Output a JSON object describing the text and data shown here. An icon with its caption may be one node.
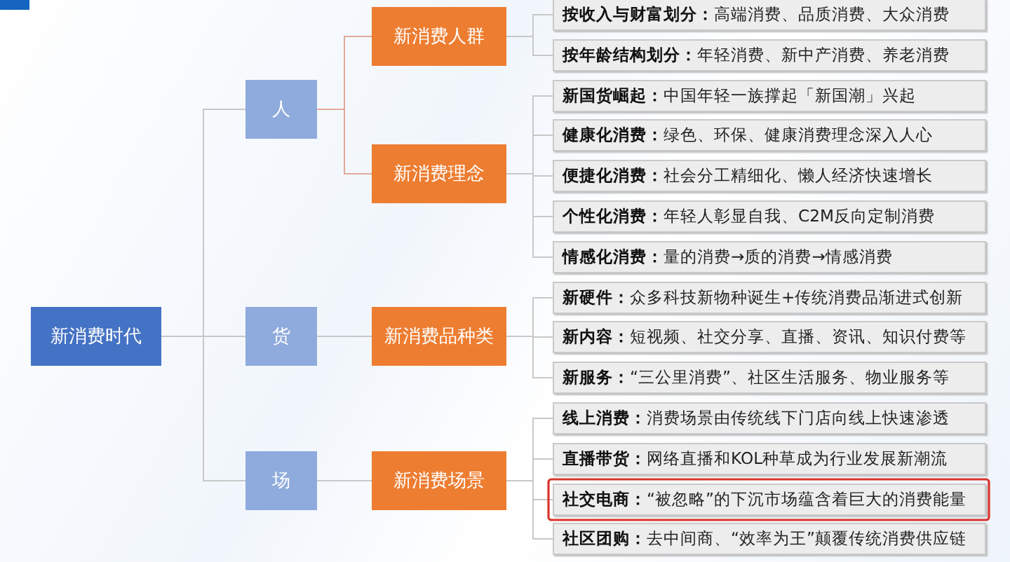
{
  "diagram": {
    "nodes": [
      {
        "text": [
          "新消费时代"
        ]
      },
      {
        "text": [
          "人"
        ]
      },
      {
        "text": [
          "货"
        ]
      },
      {
        "text": [
          "场"
        ]
      },
      {
        "text": [
          "新消费人群"
        ]
      },
      {
        "text": [
          "新消费理念"
        ]
      },
      {
        "text": [
          "新消费品种类"
        ]
      },
      {
        "text": [
          "新消费场景"
        ]
      },
      {
        "text": [
          "**按收入与财富划分：**高端消费、品质消费、大众消费"
        ]
      },
      {
        "text": [
          "**按年龄结构划分：**年轻消费、新中产消费、养老消费"
        ]
      },
      {
        "text": [
          "**新国货崛起：**中国年轻一族撑起「新国潮」兴起"
        ]
      },
      {
        "text": [
          "**健康化消费：**绿色、环保、健康消费理念深入人心"
        ]
      },
      {
        "text": [
          "**便捷化消费：**社会分工精细化、懒人经济快速增长"
        ]
      },
      {
        "text": [
          "**个性化消费：**年轻人彰显自我、C2M反向定制消费"
        ]
      },
      {
        "text": [
          "**情感化消费：**量的消费→质的消费→情感消费"
        ]
      },
      {
        "text": [
          "**新硬件：**众多科技新物种诞生+传统消费品渐进式创新"
        ]
      },
      {
        "text": [
          "**新内容：**短视频、社交分享、直播、资讯、知识付费等"
        ]
      },
      {
        "text": [
          "**新服务：**“三公里消费”、社区生活服务、物业服务等"
        ]
      },
      {
        "text": [
          "**线上消费：**消费场景由传统线下门店向线上快速渗透"
        ]
      },
      {
        "text": [
          "**直播带货：**网络直播和KOL种草成为行业发展新潮流"
        ]
      },
      {
        "text": [
          "**社交电商：**“被忽略”的下沉市场蕴含着巨大的消费能量"
        ]
      },
      {
        "text": [
          "**社区团购：**去中间商、“效率为王”颠覆传统消费供应链"
        ]
      }
    ],
    "edges": [
      {
        "from": 0,
        "to": 1,
        "arrow": "none"
      },
      {
        "from": 0,
        "to": 2,
        "arrow": "none"
      },
      {
        "from": 0,
        "to": 3,
        "arrow": "none"
      },
      {
        "from": 1,
        "to": 4,
        "arrow": "none",
        "color": "#e3a99a"
      },
      {
        "from": 1,
        "to": 5,
        "arrow": "none",
        "color": "#e3a99a"
      },
      {
        "from": 2,
        "to": 6,
        "arrow": "none"
      },
      {
        "from": 3,
        "to": 7,
        "arrow": "none"
      },
      {
        "from": 4,
        "to": 8,
        "arrow": "none"
      },
      {
        "from": 4,
        "to": 9,
        "arrow": "none"
      },
      {
        "from": 5,
        "to": 10,
        "arrow": "none"
      },
      {
        "from": 5,
        "to": 11,
        "arrow": "none"
      },
      {
        "from": 5,
        "to": 12,
        "arrow": "none"
      },
      {
        "from": 5,
        "to": 13,
        "arrow": "none"
      },
      {
        "from": 5,
        "to": 14,
        "arrow": "none"
      },
      {
        "from": 6,
        "to": 15,
        "arrow": "none"
      },
      {
        "from": 6,
        "to": 16,
        "arrow": "none"
      },
      {
        "from": 6,
        "to": 17,
        "arrow": "none"
      },
      {
        "from": 7,
        "to": 18,
        "arrow": "none"
      },
      {
        "from": 7,
        "to": 19,
        "arrow": "none"
      },
      {
        "from": 7,
        "to": 20,
        "arrow": "none"
      },
      {
        "from": 7,
        "to": 21,
        "arrow": "none"
      }
    ]
  }
}
